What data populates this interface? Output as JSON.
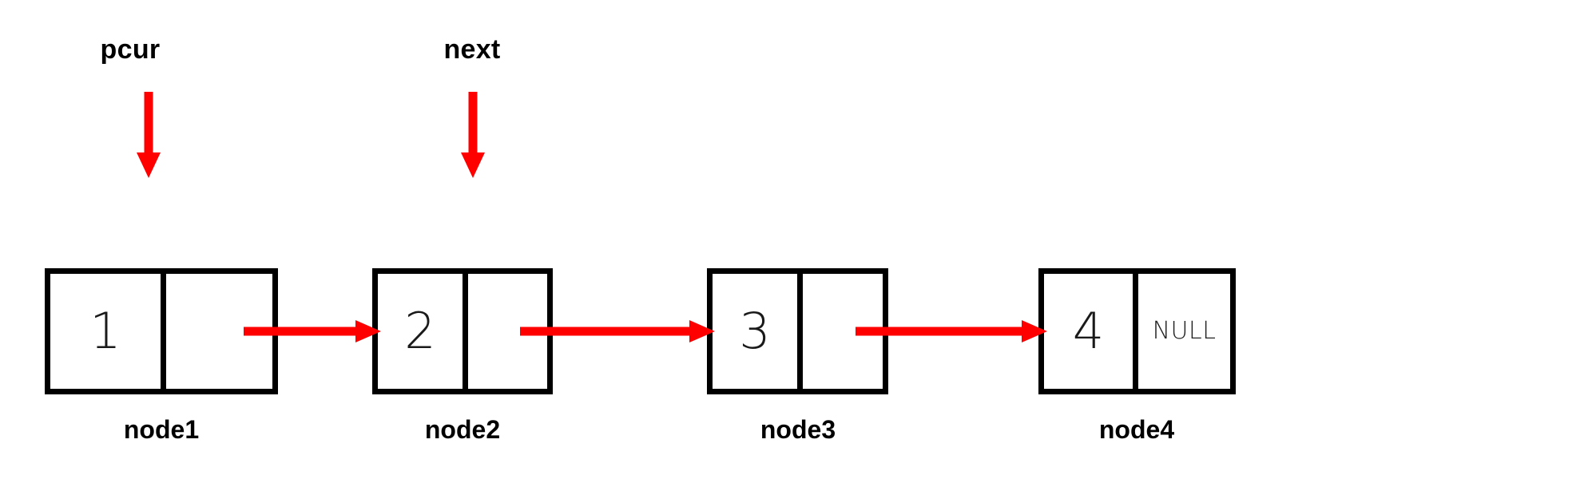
{
  "diagram": {
    "title": "singly-linked-list-pointer-traversal",
    "accent_color": "#FF0000",
    "stroke_color": "#000000",
    "background_color": "#FFFFFF"
  },
  "pointers": [
    {
      "name": "pcur",
      "label": "pcur",
      "target": "node1"
    },
    {
      "name": "next",
      "label": "next",
      "target": "node2"
    }
  ],
  "nodes": [
    {
      "caption": "node1",
      "value": "1",
      "next_text": ""
    },
    {
      "caption": "node2",
      "value": "2",
      "next_text": ""
    },
    {
      "caption": "node3",
      "value": "3",
      "next_text": ""
    },
    {
      "caption": "node4",
      "value": "4",
      "next_text": "NULL"
    }
  ],
  "links": [
    {
      "from": "node1",
      "to": "node2"
    },
    {
      "from": "node2",
      "to": "node3"
    },
    {
      "from": "node3",
      "to": "node4"
    }
  ]
}
